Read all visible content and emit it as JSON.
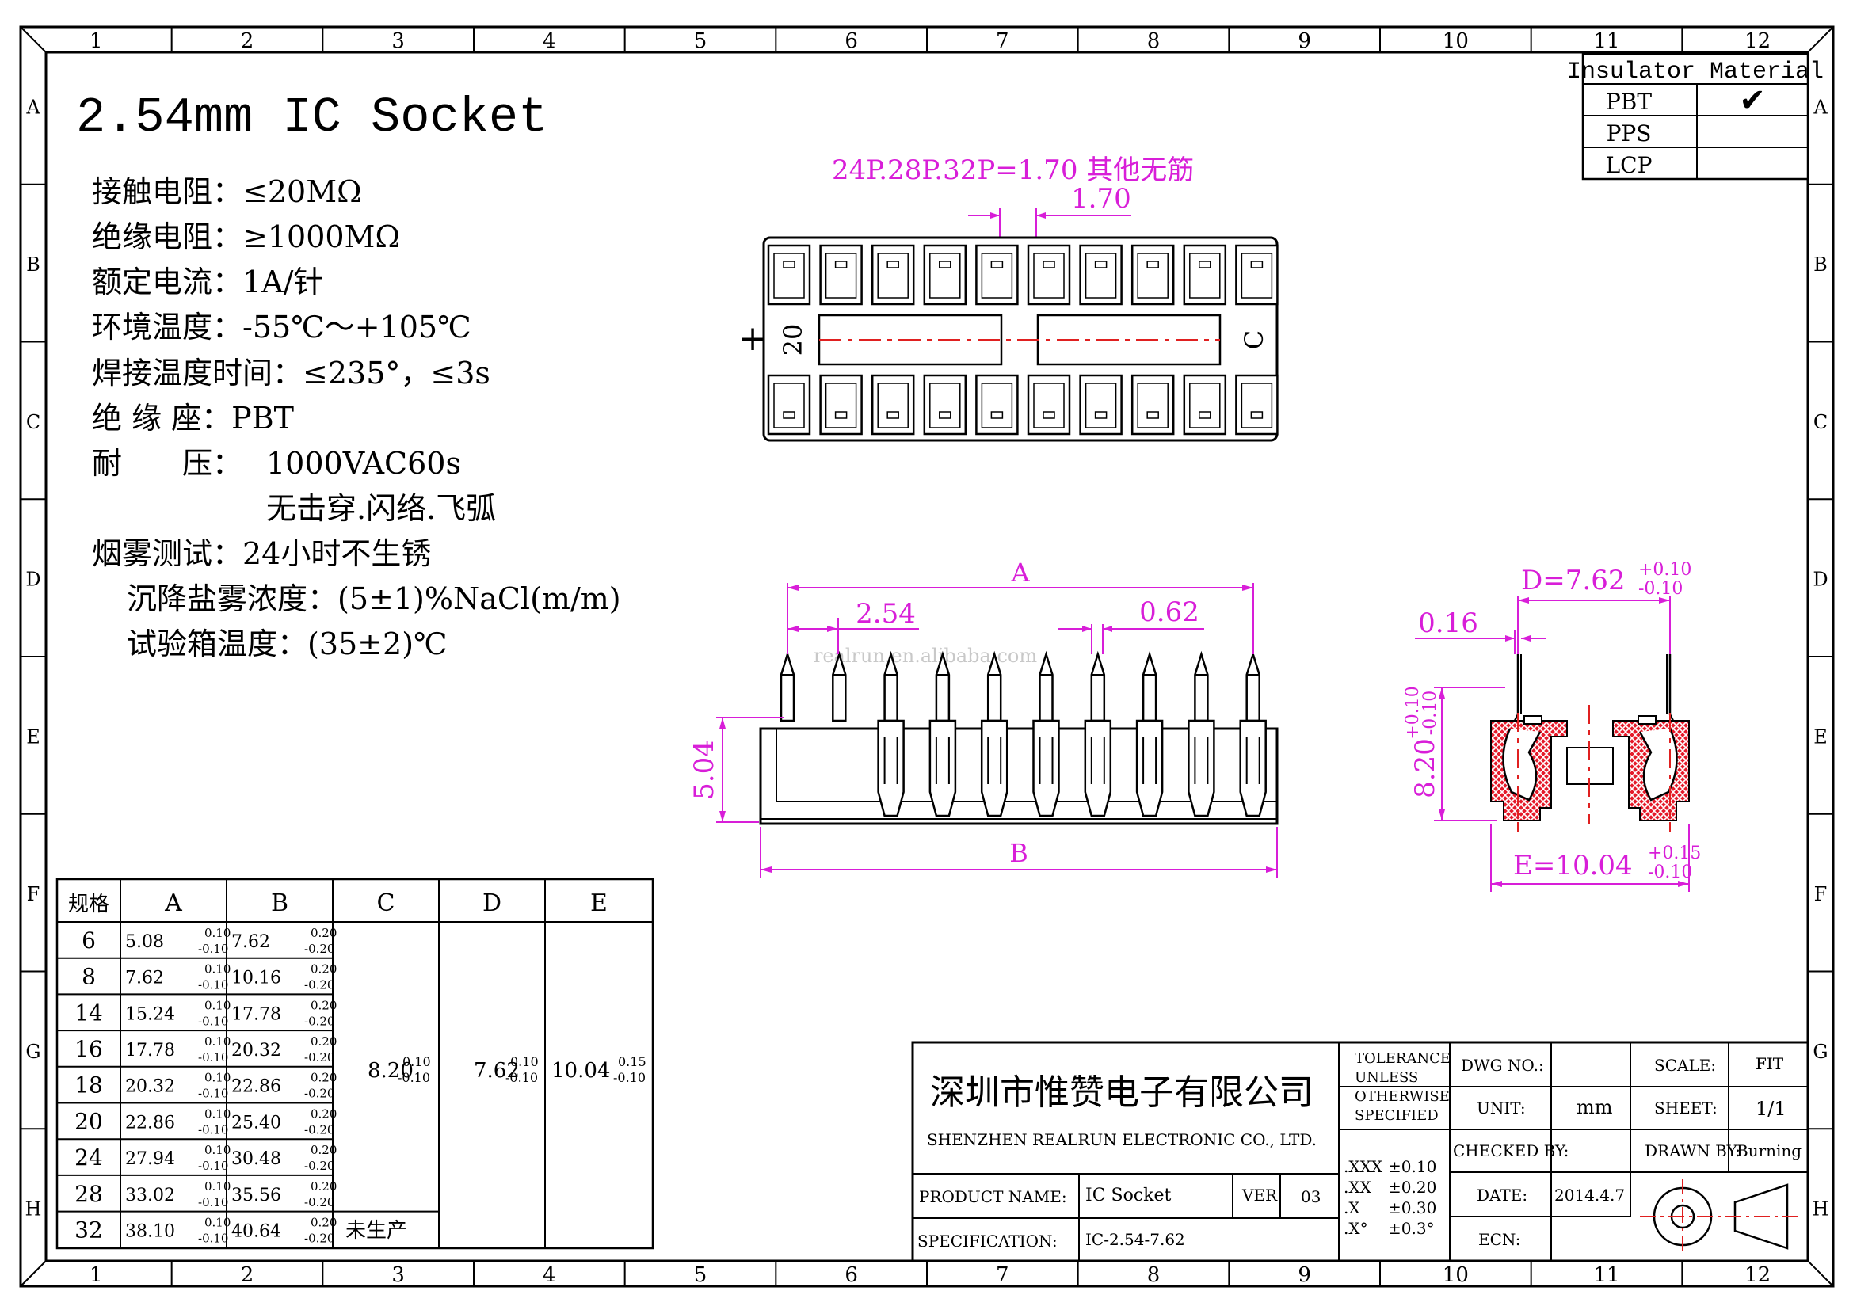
{
  "title": "2.54mm IC Socket",
  "border": {
    "columns": [
      "1",
      "2",
      "3",
      "4",
      "5",
      "6",
      "7",
      "8",
      "9",
      "10",
      "11",
      "12"
    ],
    "rows": [
      "A",
      "B",
      "C",
      "D",
      "E",
      "F",
      "G",
      "H"
    ]
  },
  "material_table": {
    "header": "Insulator Material",
    "rows": [
      {
        "name": "PBT",
        "check": "✔"
      },
      {
        "name": "PPS",
        "check": ""
      },
      {
        "name": "LCP",
        "check": ""
      }
    ]
  },
  "specs": {
    "contact_resistance": "接触电阻：≤20MΩ",
    "insulation_resistance": "绝缘电阻：≥1000MΩ",
    "rated_current": "额定电流：1A/针",
    "ambient_temp": "环境温度：-55℃～+105℃",
    "solder_temp": "焊接温度时间：≤235°，≤3s",
    "insulator": "绝 缘 座：PBT",
    "withstand_label": "耐　　压：",
    "withstand_value": "1000VAC60s",
    "withstand_note": "无击穿.闪络.飞弧",
    "salt_spray": "烟雾测试：24小时不生锈",
    "salt_conc": "沉降盐雾浓度：(5±1)%NaCl(m/m)",
    "chamber_temp": "试验箱温度：(35±2)℃"
  },
  "top_view": {
    "note": "24P.28P.32P=1.70 其他无筋",
    "dim": "1.70",
    "plus": "+",
    "pin_label": "20",
    "c_label": "C"
  },
  "side_view": {
    "dim_a": "A",
    "dim_pitch": "2.54",
    "dim_062": "0.62",
    "dim_height": "5.04",
    "dim_b": "B",
    "watermark": "realrun.en.alibaba.com"
  },
  "end_view": {
    "dim_d": "D=7.62",
    "dim_d_tol_up": "+0.10",
    "dim_d_tol_dn": "-0.10",
    "dim_016": "0.16",
    "dim_h": "8.20",
    "dim_h_tol_up": "+0.10",
    "dim_h_tol_dn": "-0.10",
    "dim_e": "E=10.04",
    "dim_e_tol_up": "+0.15",
    "dim_e_tol_dn": "-0.10"
  },
  "size_table": {
    "headers": [
      "规格",
      "A",
      "B",
      "C",
      "D",
      "E"
    ],
    "rows": [
      {
        "spec": "6",
        "a": "5.08",
        "a_up": "0.10",
        "a_dn": "-0.10",
        "b": "7.62",
        "b_up": "0.20",
        "b_dn": "-0.20"
      },
      {
        "spec": "8",
        "a": "7.62",
        "a_up": "0.10",
        "a_dn": "-0.10",
        "b": "10.16",
        "b_up": "0.20",
        "b_dn": "-0.20"
      },
      {
        "spec": "14",
        "a": "15.24",
        "a_up": "0.10",
        "a_dn": "-0.10",
        "b": "17.78",
        "b_up": "0.20",
        "b_dn": "-0.20"
      },
      {
        "spec": "16",
        "a": "17.78",
        "a_up": "0.10",
        "a_dn": "-0.10",
        "b": "20.32",
        "b_up": "0.20",
        "b_dn": "-0.20"
      },
      {
        "spec": "18",
        "a": "20.32",
        "a_up": "0.10",
        "a_dn": "-0.10",
        "b": "22.86",
        "b_up": "0.20",
        "b_dn": "-0.20"
      },
      {
        "spec": "20",
        "a": "22.86",
        "a_up": "0.10",
        "a_dn": "-0.10",
        "b": "25.40",
        "b_up": "0.20",
        "b_dn": "-0.20"
      },
      {
        "spec": "24",
        "a": "27.94",
        "a_up": "0.10",
        "a_dn": "-0.10",
        "b": "30.48",
        "b_up": "0.20",
        "b_dn": "-0.20"
      },
      {
        "spec": "28",
        "a": "33.02",
        "a_up": "0.10",
        "a_dn": "-0.10",
        "b": "35.56",
        "b_up": "0.20",
        "b_dn": "-0.20"
      },
      {
        "spec": "32",
        "a": "38.10",
        "a_up": "0.10",
        "a_dn": "-0.10",
        "b": "40.64",
        "b_up": "0.20",
        "b_dn": "-0.20"
      }
    ],
    "c": {
      "value": "8.20",
      "up": "0.10",
      "dn": "-0.10",
      "note": "未生产"
    },
    "d": {
      "value": "7.62",
      "up": "0.10",
      "dn": "-0.10"
    },
    "e": {
      "value": "10.04",
      "up": "0.15",
      "dn": "-0.10"
    }
  },
  "title_block": {
    "company_cn": "深圳市惟赞电子有限公司",
    "company_en": "SHENZHEN REALRUN ELECTRONIC CO., LTD.",
    "tolerance": [
      "TOLERANCE",
      "UNLESS",
      "OTHERWISE",
      "SPECIFIED"
    ],
    "tol_rows": [
      {
        "k": ".XXX",
        "v": "±0.10"
      },
      {
        "k": ".XX",
        "v": "±0.20"
      },
      {
        "k": ".X",
        "v": "±0.30"
      },
      {
        "k": ".X°",
        "v": "±0.3°"
      }
    ],
    "product_name_label": "PRODUCT NAME:",
    "product_name": "IC Socket",
    "ver_label": "VER:",
    "ver": "03",
    "spec_label": "SPECIFICATION:",
    "spec": "IC-2.54-7.62",
    "dwg_label": "DWG NO.:",
    "unit_label": "UNIT:",
    "unit": "mm",
    "checked_label": "CHECKED BY:",
    "date_label": "DATE:",
    "date": "2014.4.7",
    "ecn_label": "ECN:",
    "scale_label": "SCALE:",
    "scale": "FIT",
    "sheet_label": "SHEET:",
    "sheet": "1/1",
    "drawn_label": "DRAWN BY:",
    "drawn": "Burning"
  }
}
